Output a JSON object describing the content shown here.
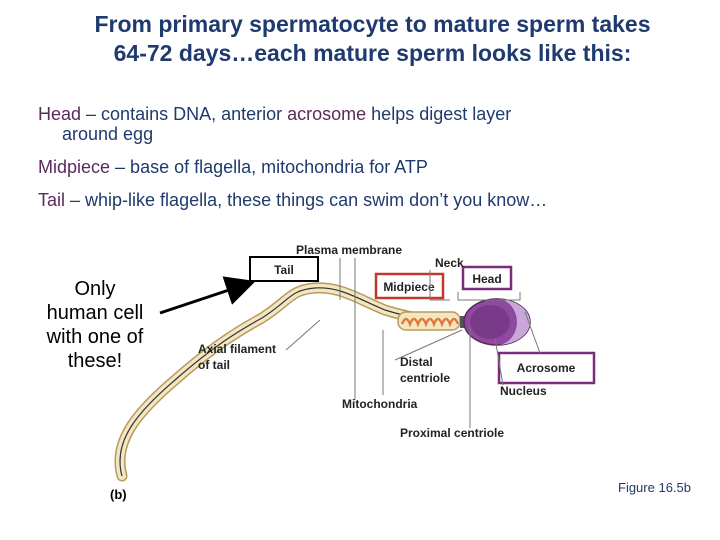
{
  "title": {
    "line1": "From primary spermatocyte to mature sperm takes",
    "line2": "64-72 days…each mature sperm looks like this:"
  },
  "bullets": {
    "head": {
      "term": "Head",
      "rest1": " – contains DNA, anterior ",
      "acrosome": "acrosome",
      "rest2": " helps digest layer",
      "line2": "around egg"
    },
    "midpiece": {
      "term": "Midpiece",
      "rest": " – base of flagella, mitochondria for ATP"
    },
    "tail": {
      "term": "Tail",
      "rest": " – whip-like flagella, these things can swim don’t you know…"
    }
  },
  "callout": {
    "line1": "Only",
    "line2": "human cell",
    "line3": "with one of",
    "line4": "these!"
  },
  "diagram_labels": {
    "plasma_membrane": "Plasma membrane",
    "neck": "Neck",
    "tail": "Tail",
    "midpiece": "Midpiece",
    "head": "Head",
    "axial1": "Axial filament",
    "axial2": "of tail",
    "distal1": "Distal",
    "distal2": "centriole",
    "acrosome": "Acrosome",
    "nucleus": "Nucleus",
    "mitochondria": "Mitochondria",
    "proximal": "Proximal centriole"
  },
  "figure_label": "(b)",
  "figure_caption": "Figure 16.5b",
  "colors": {
    "title": "#1f3a6e",
    "box_red": "#c0392b",
    "box_purple": "#7b2d7b",
    "tail_fill": "#f3e7c3",
    "head_purple": "#8e4a9e",
    "head_light": "#c9a7d8",
    "mito_orange": "#e07a3a"
  }
}
